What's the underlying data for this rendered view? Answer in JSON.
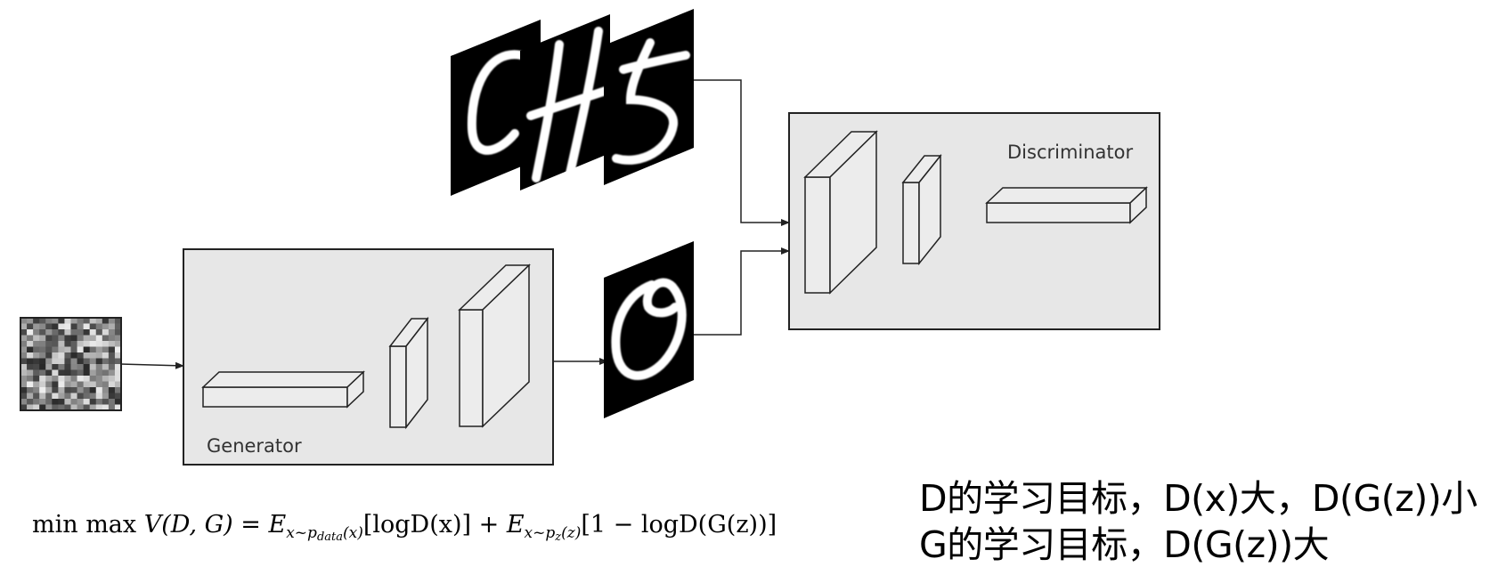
{
  "generator": {
    "label": "Generator"
  },
  "discriminator": {
    "label": "Discriminator"
  },
  "formula": {
    "text": "min max V(D, G) = E_{x~p_data(x)}[logD(x)] + E_{x~p_z(z)}[1 − logD(G(z))]",
    "lead": "min max ",
    "v": "V",
    "args": "(D, G) = ",
    "e": "E",
    "sub1_x": "x~p",
    "sub1_inner": "data",
    "sub1_arg": "(x)",
    "term1": "[logD(x)] + ",
    "sub2_x": "x~p",
    "sub2_inner": "z",
    "sub2_arg": "(z)",
    "term2": "[1 − logD(G(z))]"
  },
  "goals": {
    "d": "D的学习目标，D(x)大，D(G(z))小",
    "g": "G的学习目标，D(G(z))大"
  },
  "colors": {
    "box_fill": "#e7e7e7",
    "box_stroke": "#222222",
    "line": "#222222",
    "digit_bg": "#000000",
    "digit_fg": "#ffffff"
  },
  "icons": [
    "noise-image",
    "real-digit-c",
    "real-digit-h",
    "real-digit-5",
    "generated-digit-0"
  ]
}
